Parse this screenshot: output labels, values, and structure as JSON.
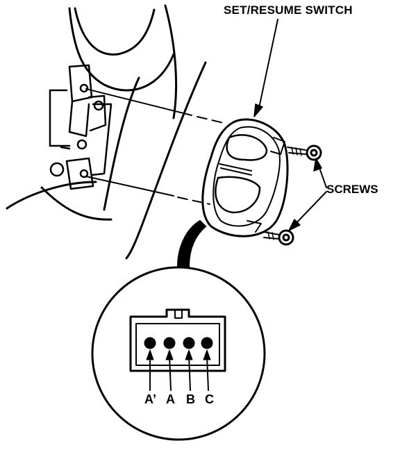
{
  "labels": {
    "title": "SET/RESUME SWITCH",
    "screws": "SCREWS"
  },
  "connector": {
    "pins": [
      "A’",
      "A",
      "B",
      "C"
    ]
  },
  "colors": {
    "ink": "#000000",
    "paper": "#ffffff"
  }
}
